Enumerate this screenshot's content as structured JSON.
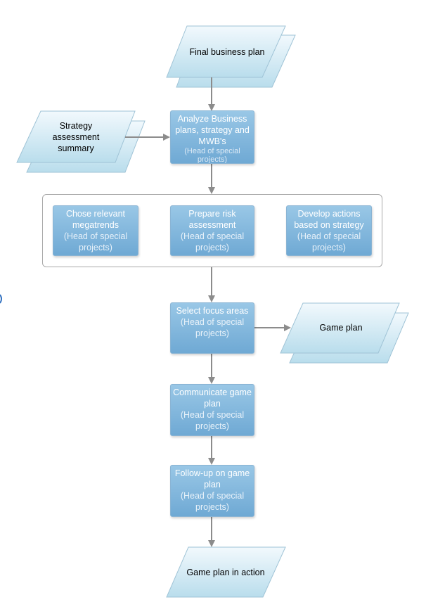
{
  "colors": {
    "process_fill_top": "#99c7e6",
    "process_fill_bottom": "#6fa9d4",
    "doc_fill_top": "#f2f9fd",
    "doc_fill_bottom": "#b9ddec",
    "arrow": "#8c8c8c"
  },
  "docs": {
    "final_business_plan": "Final business plan",
    "strategy_assessment_summary": "Strategy assessment summary",
    "game_plan": "Game plan",
    "game_plan_in_action": "Game plan in action"
  },
  "steps": {
    "analyze": {
      "text": "Analyze Business plans, strategy and MWB's",
      "role": "(Head of special projects)"
    },
    "megatrends": {
      "text": "Chose relevant megatrends",
      "role": "(Head of special projects)"
    },
    "risk": {
      "text": "Prepare risk assessment",
      "role": "(Head of special projects)"
    },
    "actions": {
      "text": "Develop actions based on strategy",
      "role": "(Head of special projects)"
    },
    "focus": {
      "text": "Select focus areas",
      "role": "(Head of special projects)"
    },
    "communicate": {
      "text": "Communicate game plan",
      "role": "(Head of special projects)"
    },
    "followup": {
      "text": "Follow-up on game plan",
      "role": "(Head of special projects)"
    }
  }
}
